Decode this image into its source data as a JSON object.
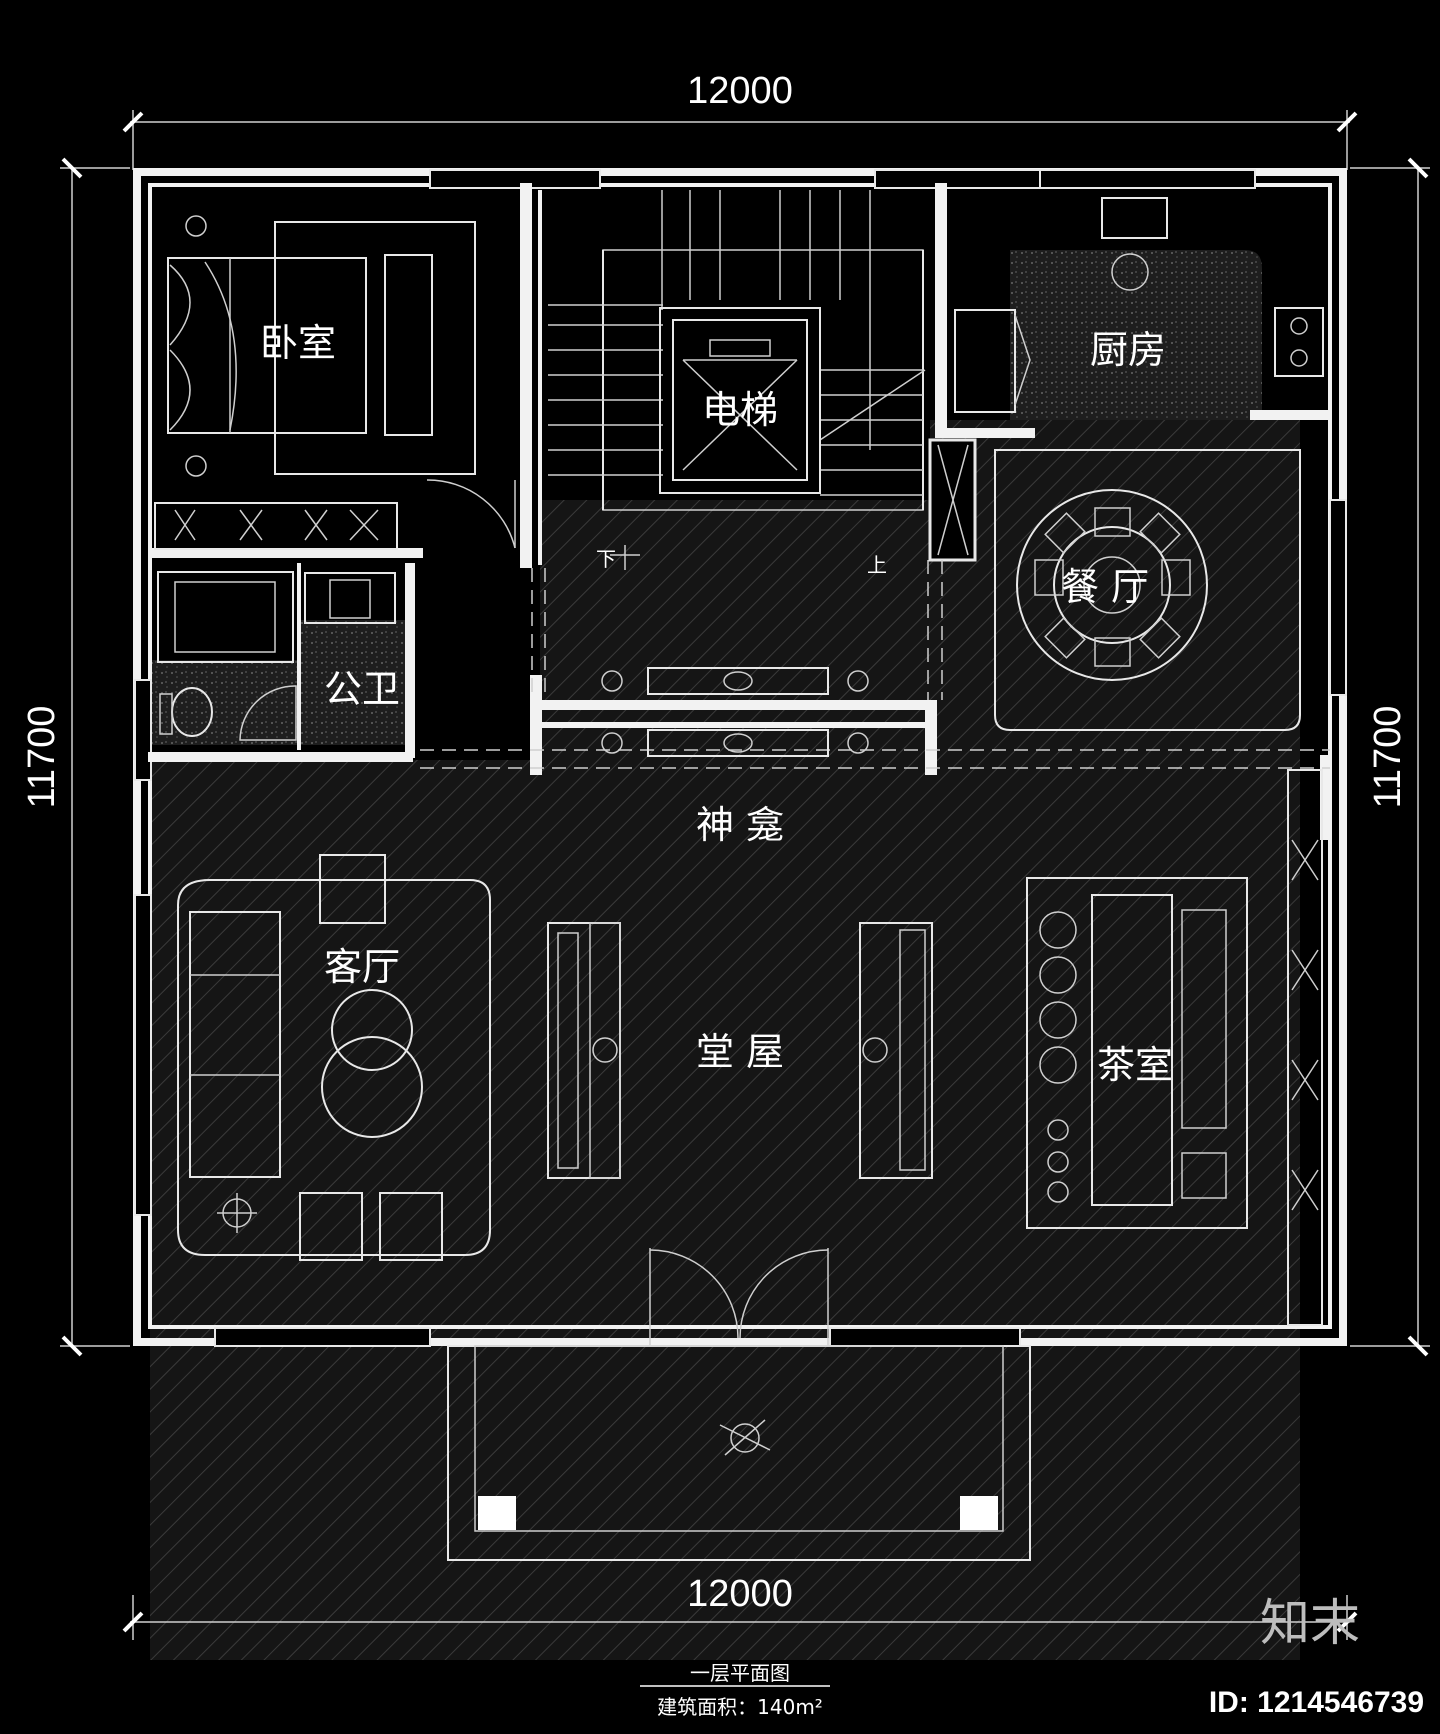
{
  "dimensions": {
    "top": "12000",
    "bottom": "12000",
    "left": "11700",
    "right": "11700"
  },
  "rooms": {
    "bedroom": "卧室",
    "elevator": "电梯",
    "kitchen": "厨房",
    "dining": "餐 厅",
    "bathroom": "公卫",
    "shrine": "神 龛",
    "living": "客厅",
    "hall": "堂 屋",
    "tea_room": "茶室"
  },
  "stairs": {
    "down": "下",
    "up": "上"
  },
  "caption": {
    "title": "一层平面图",
    "area": "建筑面积：140m²"
  },
  "brand": {
    "logo_text": "知末",
    "id_text": "ID: 1214546739"
  }
}
